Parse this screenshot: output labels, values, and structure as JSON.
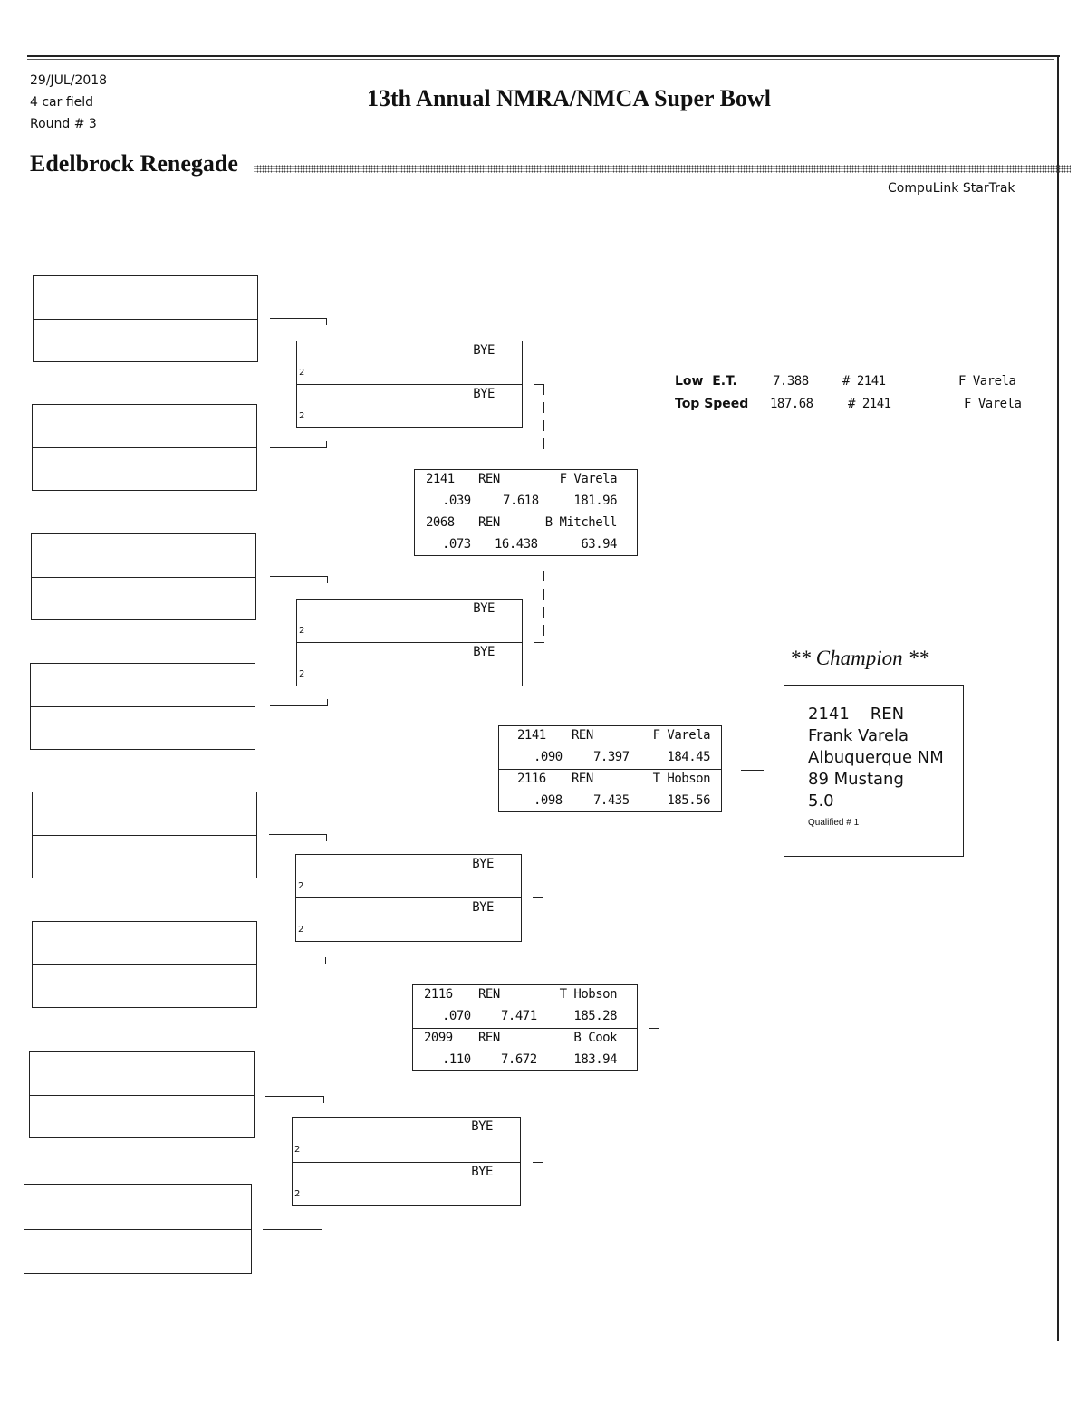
{
  "header": {
    "date": "29/JUL/2018",
    "field": "4 car field",
    "round": "Round # 3",
    "event_title": "13th Annual NMRA/NMCA Super Bowl",
    "class_title": "Edelbrock Renegade",
    "software": "CompuLink StarTrak"
  },
  "records": {
    "low_et": {
      "label": "Low  E.T.",
      "value": "7.388",
      "car": "# 2141",
      "driver": "F Varela"
    },
    "top_speed": {
      "label": "Top Speed",
      "value": "187.68",
      "car": "# 2141",
      "driver": "F Varela"
    }
  },
  "round1": {
    "boxes": 8,
    "entries": []
  },
  "round2": [
    {
      "top": "BYE",
      "bottom": "BYE",
      "top_seed": "2",
      "bottom_seed": "2"
    },
    {
      "top": "BYE",
      "bottom": "BYE",
      "top_seed": "2",
      "bottom_seed": "2"
    },
    {
      "top": "BYE",
      "bottom": "BYE",
      "top_seed": "2",
      "bottom_seed": "2"
    },
    {
      "top": "BYE",
      "bottom": "BYE",
      "top_seed": "2",
      "bottom_seed": "2"
    }
  ],
  "semifinals": [
    {
      "lanes": [
        {
          "car": "2141",
          "class": "REN",
          "driver": "F Varela",
          "rt": ".039",
          "et": "7.618",
          "mph": "181.96"
        },
        {
          "car": "2068",
          "class": "REN",
          "driver": "B Mitchell",
          "rt": ".073",
          "et": "16.438",
          "mph": "63.94"
        }
      ]
    },
    {
      "lanes": [
        {
          "car": "2116",
          "class": "REN",
          "driver": "T Hobson",
          "rt": ".070",
          "et": "7.471",
          "mph": "185.28"
        },
        {
          "car": "2099",
          "class": "REN",
          "driver": "B Cook",
          "rt": ".110",
          "et": "7.672",
          "mph": "183.94"
        }
      ]
    }
  ],
  "final": {
    "lanes": [
      {
        "car": "2141",
        "class": "REN",
        "driver": "F Varela",
        "rt": ".090",
        "et": "7.397",
        "mph": "184.45"
      },
      {
        "car": "2116",
        "class": "REN",
        "driver": "T Hobson",
        "rt": ".098",
        "et": "7.435",
        "mph": "185.56"
      }
    ]
  },
  "champion": {
    "heading": "** Champion **",
    "car_class": "2141    REN",
    "name": "Frank Varela",
    "hometown": "Albuquerque NM",
    "vehicle": "89 Mustang",
    "engine": "5.0",
    "qualified": "Qualified # 1"
  }
}
